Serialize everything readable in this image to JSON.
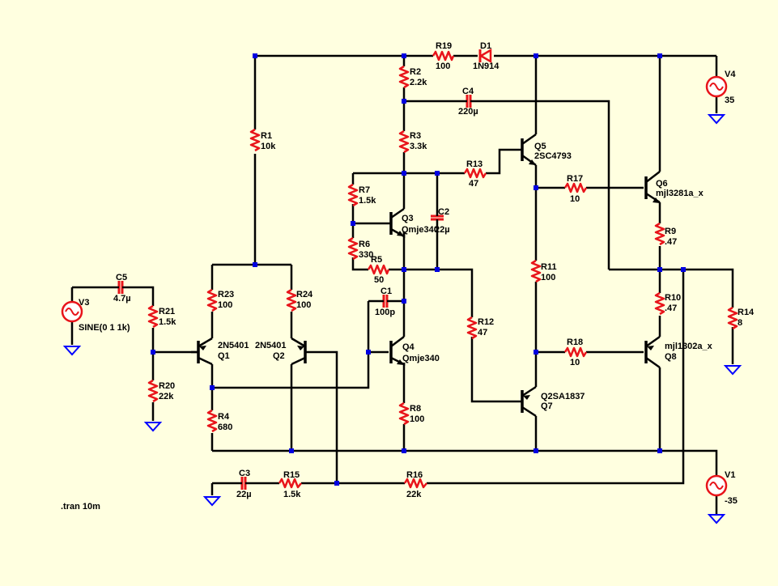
{
  "schematic": {
    "background": "#ffffe0",
    "wire_color": "#000000",
    "component_color": "#e8141a",
    "junction_color": "#0000e0",
    "ground_color": "#0000ff",
    "directive": ".tran 10m",
    "resistors": {
      "R1": {
        "name": "R1",
        "value": "10k"
      },
      "R2": {
        "name": "R2",
        "value": "2.2k"
      },
      "R3": {
        "name": "R3",
        "value": "3.3k"
      },
      "R4": {
        "name": "R4",
        "value": "680"
      },
      "R5": {
        "name": "R5",
        "value": "50"
      },
      "R6": {
        "name": "R6",
        "value": "330"
      },
      "R7": {
        "name": "R7",
        "value": "1.5k"
      },
      "R8": {
        "name": "R8",
        "value": "100"
      },
      "R9": {
        "name": "R9",
        "value": ".47"
      },
      "R10": {
        "name": "R10",
        "value": ".47"
      },
      "R11": {
        "name": "R11",
        "value": "100"
      },
      "R12": {
        "name": "R12",
        "value": "47"
      },
      "R13": {
        "name": "R13",
        "value": "47"
      },
      "R14": {
        "name": "R14",
        "value": "8"
      },
      "R15": {
        "name": "R15",
        "value": "1.5k"
      },
      "R16": {
        "name": "R16",
        "value": "22k"
      },
      "R17": {
        "name": "R17",
        "value": "10"
      },
      "R18": {
        "name": "R18",
        "value": "10"
      },
      "R19": {
        "name": "R19",
        "value": "100"
      },
      "R20": {
        "name": "R20",
        "value": "22k"
      },
      "R21": {
        "name": "R21",
        "value": "1.5k"
      },
      "R23": {
        "name": "R23",
        "value": "100"
      },
      "R24": {
        "name": "R24",
        "value": "100"
      }
    },
    "capacitors": {
      "C1": {
        "name": "C1",
        "value": "100p"
      },
      "C2": {
        "name": "C2",
        "value": "22µ"
      },
      "C3": {
        "name": "C3",
        "value": "22µ"
      },
      "C4": {
        "name": "C4",
        "value": "220µ"
      },
      "C5": {
        "name": "C5",
        "value": "4.7µ"
      }
    },
    "diodes": {
      "D1": {
        "name": "D1",
        "value": "1N914"
      }
    },
    "transistors": {
      "Q1": {
        "name": "Q1",
        "model": "2N5401"
      },
      "Q2": {
        "name": "Q2",
        "model": "2N5401"
      },
      "Q3": {
        "name": "Q3",
        "model": "Qmje340"
      },
      "Q4": {
        "name": "Q4",
        "model": "Qmje340"
      },
      "Q5": {
        "name": "Q5",
        "model": "2SC4793"
      },
      "Q6": {
        "name": "Q6",
        "model": "mjl3281a_x"
      },
      "Q7": {
        "name": "Q7",
        "model": "Q2SA1837"
      },
      "Q8": {
        "name": "Q8",
        "model": "mjl1302a_x"
      }
    },
    "sources": {
      "V1": {
        "name": "V1",
        "value": "-35"
      },
      "V3": {
        "name": "V3",
        "value": "SINE(0 1 1k)"
      },
      "V4": {
        "name": "V4",
        "value": "35"
      }
    }
  }
}
